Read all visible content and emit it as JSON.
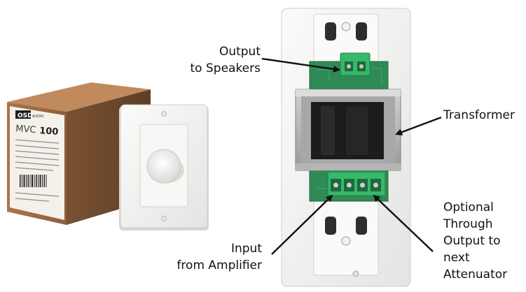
{
  "box": {
    "brand": "OSD",
    "brand_sub": "AUDIO",
    "model_prefix": "MVC",
    "model_number": "100"
  },
  "callouts": {
    "output_speakers": [
      "Output",
      "to Speakers"
    ],
    "transformer": [
      "Transformer"
    ],
    "input_amplifier": [
      "Input",
      "from Amplifier"
    ],
    "optional_through": [
      "Optional",
      "Through",
      "Output to",
      "next",
      "Attenuator"
    ]
  },
  "colors": {
    "box": "#9a6a43",
    "box_dark": "#6e4a2c",
    "plate": "#f2f2f0",
    "pcb": "#2f8a55",
    "terminal": "#37b86a",
    "transformer": "#bdbdbd",
    "core": "#1c1c1c",
    "line": "#111111"
  }
}
